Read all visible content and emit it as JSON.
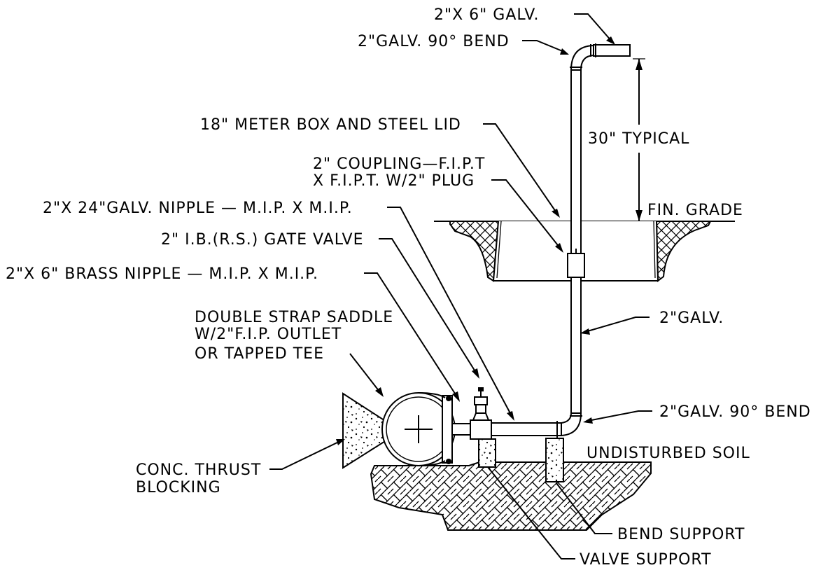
{
  "diagram": {
    "labels": {
      "galv_2x6": "2\"X 6\" GALV.",
      "bend_top": "2\"GALV. 90° BEND",
      "meter_box": "18\" METER BOX AND STEEL LID",
      "coupling_1": "2\" COUPLING—F.I.P.T",
      "coupling_2": "X F.I.P.T. W/2\" PLUG",
      "nipple_24": "2\"X 24\"GALV. NIPPLE — M.I.P. X M.I.P.",
      "gate_valve": "2\" I.B.(R.S.) GATE VALVE",
      "brass_nipple": "2\"X 6\" BRASS NIPPLE — M.I.P. X M.I.P.",
      "saddle_1": "DOUBLE STRAP SADDLE",
      "saddle_2": "W/2\"F.I.P. OUTLET",
      "saddle_3": "OR TAPPED TEE",
      "typical": "30\" TYPICAL",
      "fin_grade": "FIN. GRADE",
      "galv_2": "2\"GALV.",
      "bend_bottom": "2\"GALV. 90° BEND",
      "undisturbed": "UNDISTURBED SOIL",
      "thrust_1": "CONC. THRUST",
      "thrust_2": "BLOCKING",
      "bend_support": "BEND SUPPORT",
      "valve_support": "VALVE SUPPORT"
    }
  }
}
